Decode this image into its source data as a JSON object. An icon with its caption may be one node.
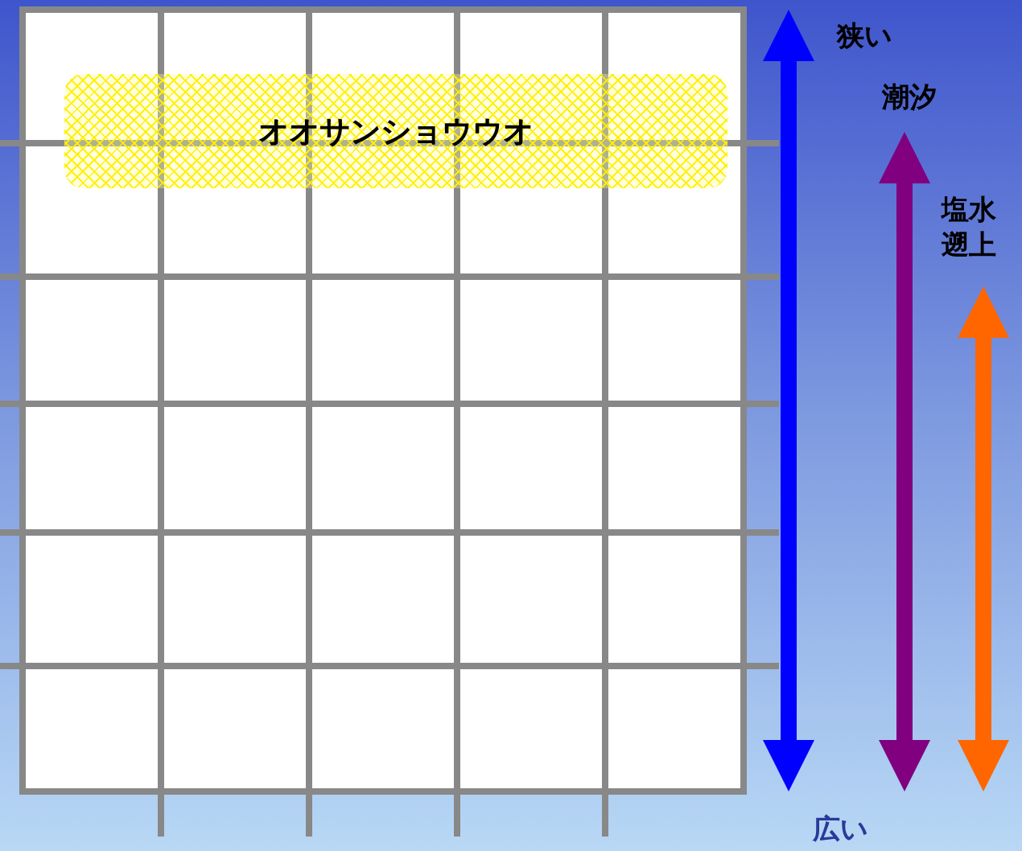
{
  "diagram": {
    "nodes": [
      {
        "text": [
          "オオサンショウウオ"
        ]
      }
    ],
    "labels": [
      "狭い",
      "潮汐",
      "塩水遡上",
      "広い"
    ]
  }
}
